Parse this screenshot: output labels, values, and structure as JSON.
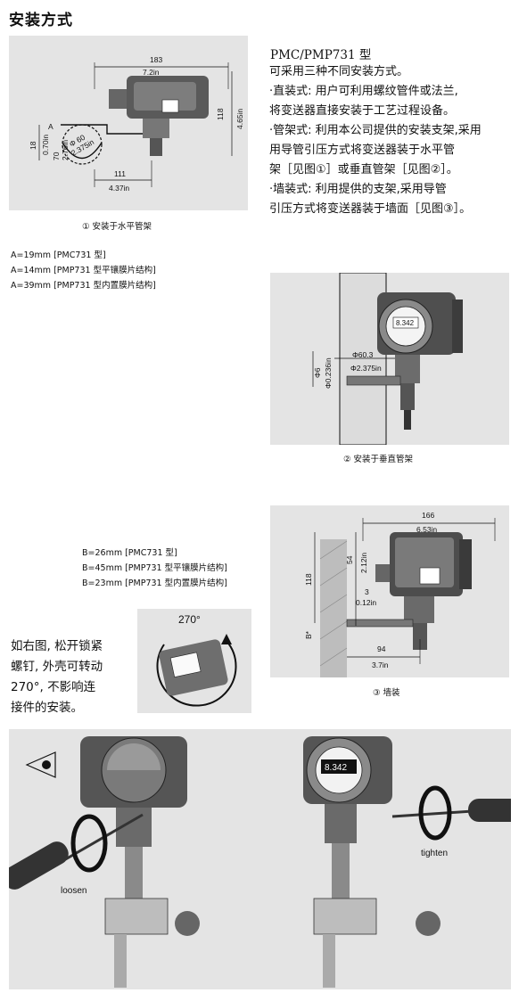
{
  "title": "安装方式",
  "model": "PMC/PMP731 型",
  "intro_lines": [
    "可采用三种不同安装方式。",
    "·直装式: 用户可利用螺纹管件或法兰,",
    "将变送器直接安装于工艺过程设备。",
    "·管架式: 利用本公司提供的安装支架,采用",
    "用导管引压方式将变送器装于水平管",
    "架［见图①］或垂直管架［见图②］。",
    "·墙装式: 利用提供的支架,采用导管",
    "引压方式将变送器装于墙面［见图③］。"
  ],
  "fig1": {
    "caption": "①   安装于水平管架",
    "dims": {
      "w_mm": "183",
      "w_in": "7.2in",
      "h_mm": "118",
      "h_in": "4.65in",
      "base_mm": "111",
      "base_in": "4.37in",
      "left_mm": "18",
      "left_in": "0.70in",
      "left2_mm": "70",
      "left2_in": "2.76in",
      "a_label": "A",
      "pipe_mm": "Φ 60",
      "pipe_in": "2.375in"
    }
  },
  "a_list": [
    "A=19mm   [PMC731 型]",
    "A=14mm   [PMP731 型平镶膜片结构]",
    "A=39mm   [PMP731 型内置膜片结构]"
  ],
  "fig2": {
    "caption": "②  安装于垂直管架",
    "dims": {
      "pipe_mm": "Φ60.3",
      "pipe_in": "Φ2.375in",
      "bolt_mm": "Φ6",
      "bolt_in": "Φ0.236in"
    },
    "display": "8.342"
  },
  "b_list": [
    "B=26mm   [PMC731 型]",
    "B=45mm   [PMP731 型平镶膜片结构]",
    "B=23mm   [PMP731 型内置膜片结构]"
  ],
  "fig3": {
    "caption": "③  墙装",
    "dims": {
      "w_mm": "166",
      "w_in": "6.53in",
      "top_mm": "54",
      "top_in": "2.12in",
      "h_mm": "118",
      "gap_mm": "3",
      "gap_in": "0.12in",
      "b_label": "B*",
      "base_mm": "94",
      "base_in": "3.7in"
    }
  },
  "rotate": {
    "angle": "270°",
    "note_lines": [
      "如右图, 松开锁紧",
      "螺钉, 外壳可转动",
      "270°, 不影响连",
      "接件的安装。"
    ]
  },
  "bottom": {
    "loosen": "loosen",
    "tighten": "tighten",
    "display": "8.342"
  },
  "colors": {
    "panel": "#e4e4e4",
    "device": "#4a4a4a",
    "ink": "#111111"
  }
}
